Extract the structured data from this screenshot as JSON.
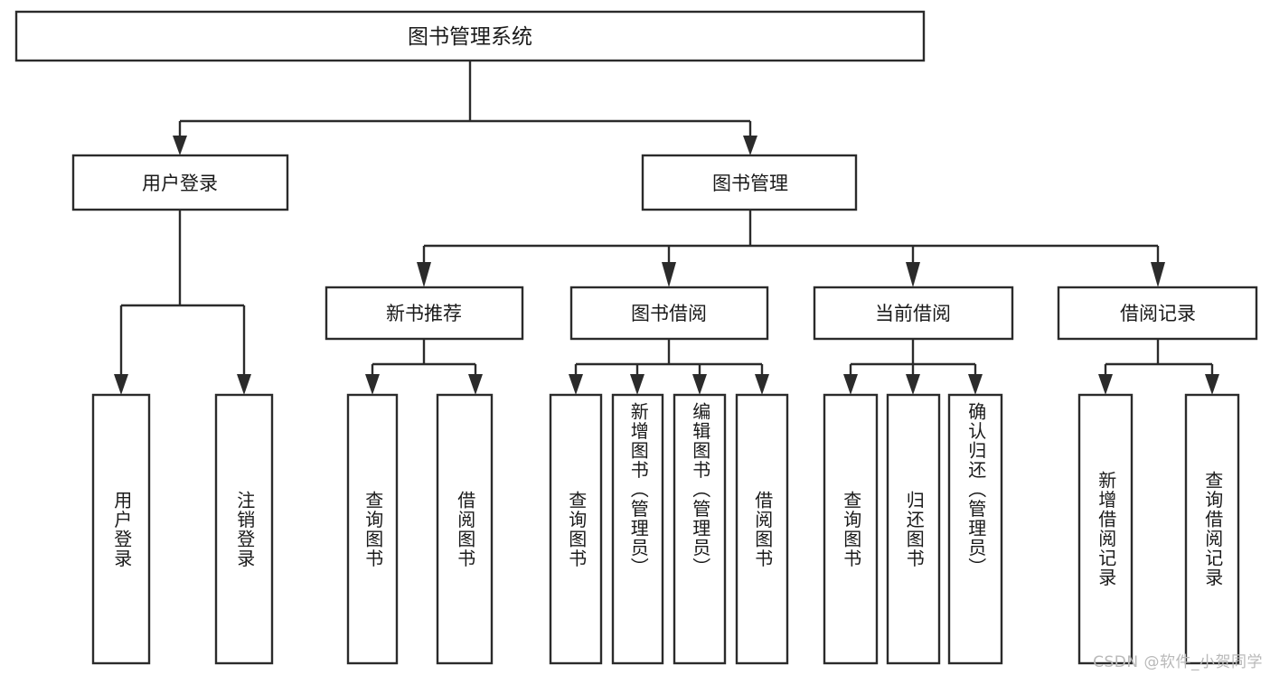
{
  "diagram": {
    "title": "图书管理系统",
    "type": "tree-hierarchy-flowchart",
    "colors": {
      "background": "#ffffff",
      "box_fill": "#ffffff",
      "box_stroke": "#2b2b2b",
      "text": "#1a1a1a",
      "watermark": "#b9b9b9"
    },
    "root": {
      "label": "图书管理系统"
    },
    "level2": [
      {
        "label": "用户登录"
      },
      {
        "label": "图书管理"
      }
    ],
    "level3": [
      {
        "label": "新书推荐"
      },
      {
        "label": "图书借阅"
      },
      {
        "label": "当前借阅"
      },
      {
        "label": "借阅记录"
      }
    ],
    "leaves": {
      "user_login": [
        {
          "label": "用户登录"
        },
        {
          "label": "注销登录"
        }
      ],
      "new_book_recommend": [
        {
          "label": "查询图书"
        },
        {
          "label": "借阅图书"
        }
      ],
      "book_borrow": [
        {
          "label": "查询图书"
        },
        {
          "label": "新增图书（管理员）"
        },
        {
          "label": "编辑图书（管理员）"
        },
        {
          "label": "借阅图书"
        }
      ],
      "current_borrow": [
        {
          "label": "查询图书"
        },
        {
          "label": "归还图书"
        },
        {
          "label": "确认归还（管理员）"
        }
      ],
      "borrow_record": [
        {
          "label": "新增借阅记录"
        },
        {
          "label": "查询借阅记录"
        }
      ]
    },
    "watermark": "CSDN @软件_小贺同学"
  }
}
